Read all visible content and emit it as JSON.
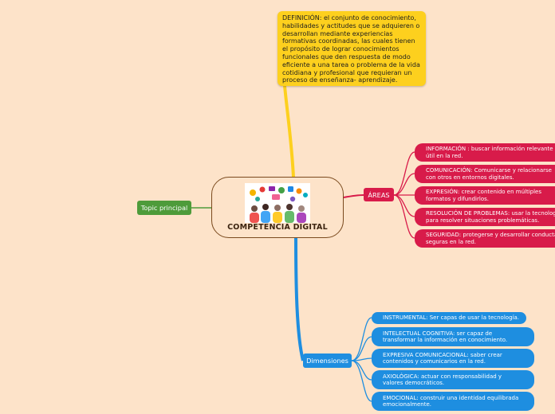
{
  "central": {
    "title": "COMPETENCIA DIGITAL",
    "image": "people-with-digital-icons-illustration"
  },
  "definition": {
    "text": "DEFINICIÓN: el conjunto de conocimiento, habilidades y actitudes que se adquieren o desarrollan mediante experiencias formativas coordinadas, las cuales tienen el propósito de lograr conocimientos funcionales que den respuesta de modo eficiente a una tarea o problema de la vida cotidiana y profesional que requieran un proceso de enseñanza- aprendizaje."
  },
  "topic": {
    "label": "Topic principal"
  },
  "areas": {
    "label": "ÁREAS",
    "items": [
      "INFORMACIÓN : buscar información relevante\nútil en la red.",
      "COMUNICACIÓN: Comunicarse y relacionarse\ncon otros en entornos digitales.",
      "EXPRESIÓN: crear contenido en múltiples\nformatos y difundirlos.",
      "RESOLUCIÓN DE PROBLEMAS: usar la tecnología\npara resolver situaciones problemáticas.",
      "SEGURIDAD: protegerse y desarrollar conductas\nseguras en la red."
    ]
  },
  "dimensiones": {
    "label": "Dimensiones",
    "items": [
      "INSTRUMENTAL: Ser capas de usar la tecnología.",
      "INTELECTUAL COGNITIVA:  ser capaz de\ntransformar la información en conocimiento.",
      "EXPRESIVA COMUNICACIONAL: saber crear\ncontenidos y comunicarios en la red.",
      "AXIOLÓGICA: actuar con responsabilidad y\nvalores democráticos.",
      "EMOCIONAL: construir una identidad equilibrada\nemocionalmente."
    ]
  },
  "colors": {
    "background": "#fde3c9",
    "definition": "#fdd01e",
    "areas": "#d81b4a",
    "dimensiones": "#1e8ee0",
    "topic": "#4e9b3a",
    "central_border": "#7a4a1e"
  }
}
